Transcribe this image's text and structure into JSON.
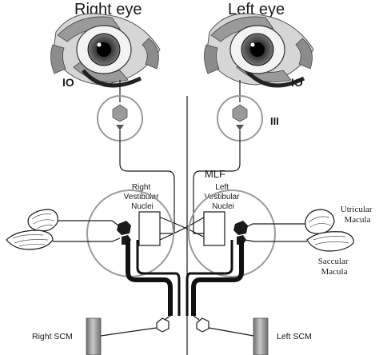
{
  "labels": {
    "right_eye": "Right eye",
    "left_eye": "Left eye",
    "io_right": "IO",
    "io_left": "IO",
    "cranial_nerve": "III",
    "mlf": "MLF",
    "right_nuclei": [
      "Right",
      "Vestibular",
      "Nuclei"
    ],
    "left_nuclei": [
      "Left",
      "Vestibular",
      "Nuclei"
    ],
    "utricular": [
      "Utricular",
      "Macula"
    ],
    "saccular": [
      "Saccular",
      "Macula"
    ],
    "right_scm": "Right SCM",
    "left_scm": "Left SCM"
  },
  "colors": {
    "ink": "#1a1a1a",
    "grey_stroke": "#9a9a9a",
    "muscle": "#8c8c8c",
    "column": "#8a8a8a"
  }
}
